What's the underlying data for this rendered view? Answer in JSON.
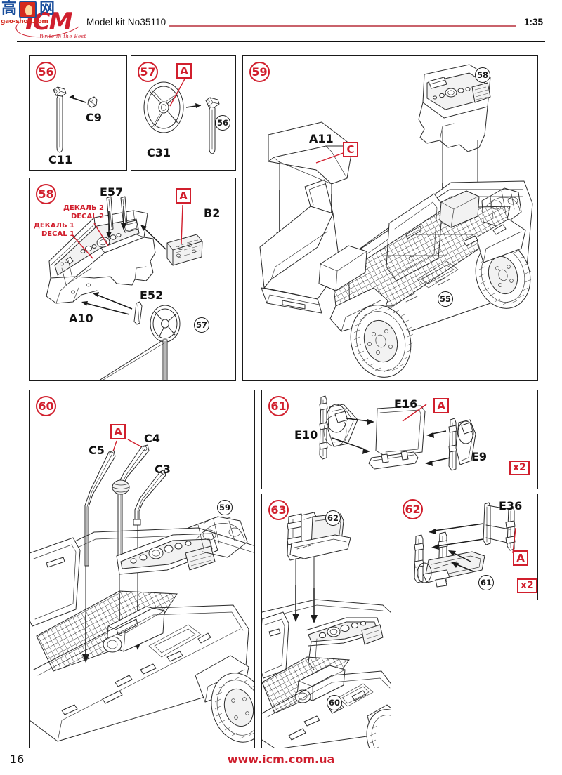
{
  "header": {
    "brand": "ICM",
    "brand_tagline": "Write in the Best",
    "kit_title": "Model kit No35110",
    "scale": "1:35",
    "watermark": {
      "cjk_left": "高",
      "cjk_right": "网",
      "url": "gao-shou.com"
    }
  },
  "footer": {
    "page_number": "16",
    "website": "www.icm.com.ua"
  },
  "colors": {
    "red": "#d11f2d",
    "logo_red": "#cf1f2e",
    "rule": "#c9626b",
    "ink": "#2b2b2b"
  },
  "steps": [
    {
      "id": "56",
      "number": "56",
      "parts": [
        "C9",
        "C11"
      ],
      "glue_marks": [],
      "refs": [],
      "quantity": null
    },
    {
      "id": "57",
      "number": "57",
      "parts": [
        "C31"
      ],
      "glue_marks": [
        "A"
      ],
      "refs": [
        "56"
      ],
      "quantity": null
    },
    {
      "id": "58",
      "number": "58",
      "parts": [
        "E57",
        "B2",
        "E52",
        "A10"
      ],
      "glue_marks": [
        "A"
      ],
      "refs": [
        "57"
      ],
      "quantity": null,
      "decals": [
        {
          "ru": "ДЕКАЛЬ 2",
          "en": "DECAL 2"
        },
        {
          "ru": "ДЕКАЛЬ 1",
          "en": "DECAL 1"
        }
      ]
    },
    {
      "id": "59",
      "number": "59",
      "parts": [
        "A11"
      ],
      "glue_marks": [
        "C"
      ],
      "refs": [
        "58",
        "55"
      ],
      "quantity": null
    },
    {
      "id": "60",
      "number": "60",
      "parts": [
        "C5",
        "C4",
        "C3"
      ],
      "glue_marks": [
        "A"
      ],
      "refs": [
        "59"
      ],
      "quantity": null
    },
    {
      "id": "61",
      "number": "61",
      "parts": [
        "E10",
        "E16",
        "E9"
      ],
      "glue_marks": [
        "A"
      ],
      "refs": [],
      "quantity": "x2"
    },
    {
      "id": "63",
      "number": "63",
      "parts": [],
      "glue_marks": [],
      "refs": [
        "62",
        "60"
      ],
      "quantity": null
    },
    {
      "id": "62",
      "number": "62",
      "parts": [
        "E36"
      ],
      "glue_marks": [
        "A"
      ],
      "refs": [
        "61"
      ],
      "quantity": "x2"
    }
  ]
}
